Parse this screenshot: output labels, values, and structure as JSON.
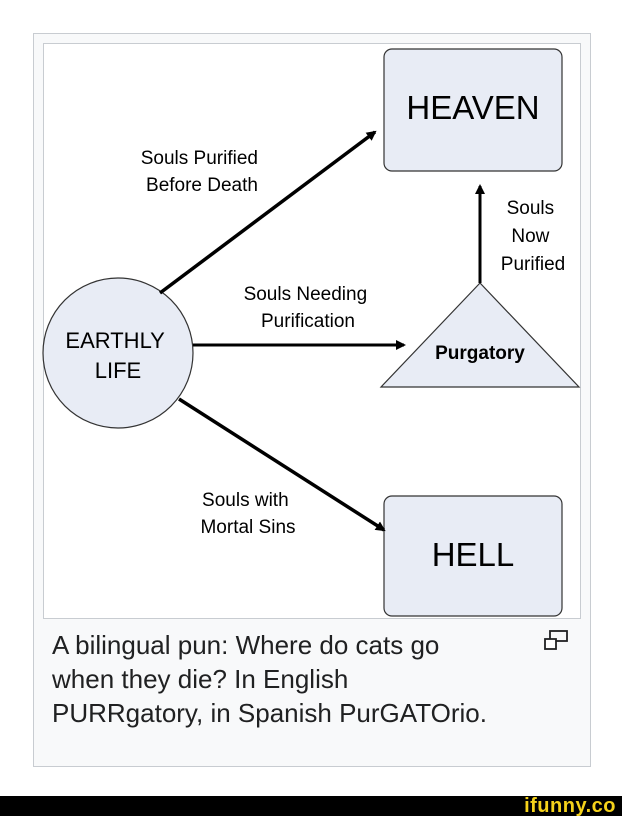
{
  "diagram": {
    "nodes": {
      "heaven": "HEAVEN",
      "hell": "HELL",
      "purgatory": "Purgatory",
      "earthly_life": [
        "EARTHLY",
        "LIFE"
      ]
    },
    "edges": {
      "purified_before_death": [
        "Souls Purified",
        "Before Death"
      ],
      "needing_purification": [
        "Souls Needing",
        "Purification"
      ],
      "mortal_sins": [
        "Souls with",
        "Mortal Sins"
      ],
      "now_purified": [
        "Souls",
        "Now",
        "Purified"
      ]
    },
    "colors": {
      "box_fill": "#e8ecf5",
      "box_stroke": "#333333",
      "arrow": "#000000"
    }
  },
  "caption": {
    "lines": [
      "A bilingual pun: Where do cats go",
      "when they die? In English",
      "PURRgatory, in Spanish PurGATOrio."
    ],
    "enlarge_icon": "enlarge-icon"
  },
  "watermark": {
    "text": "ifunny.co"
  }
}
